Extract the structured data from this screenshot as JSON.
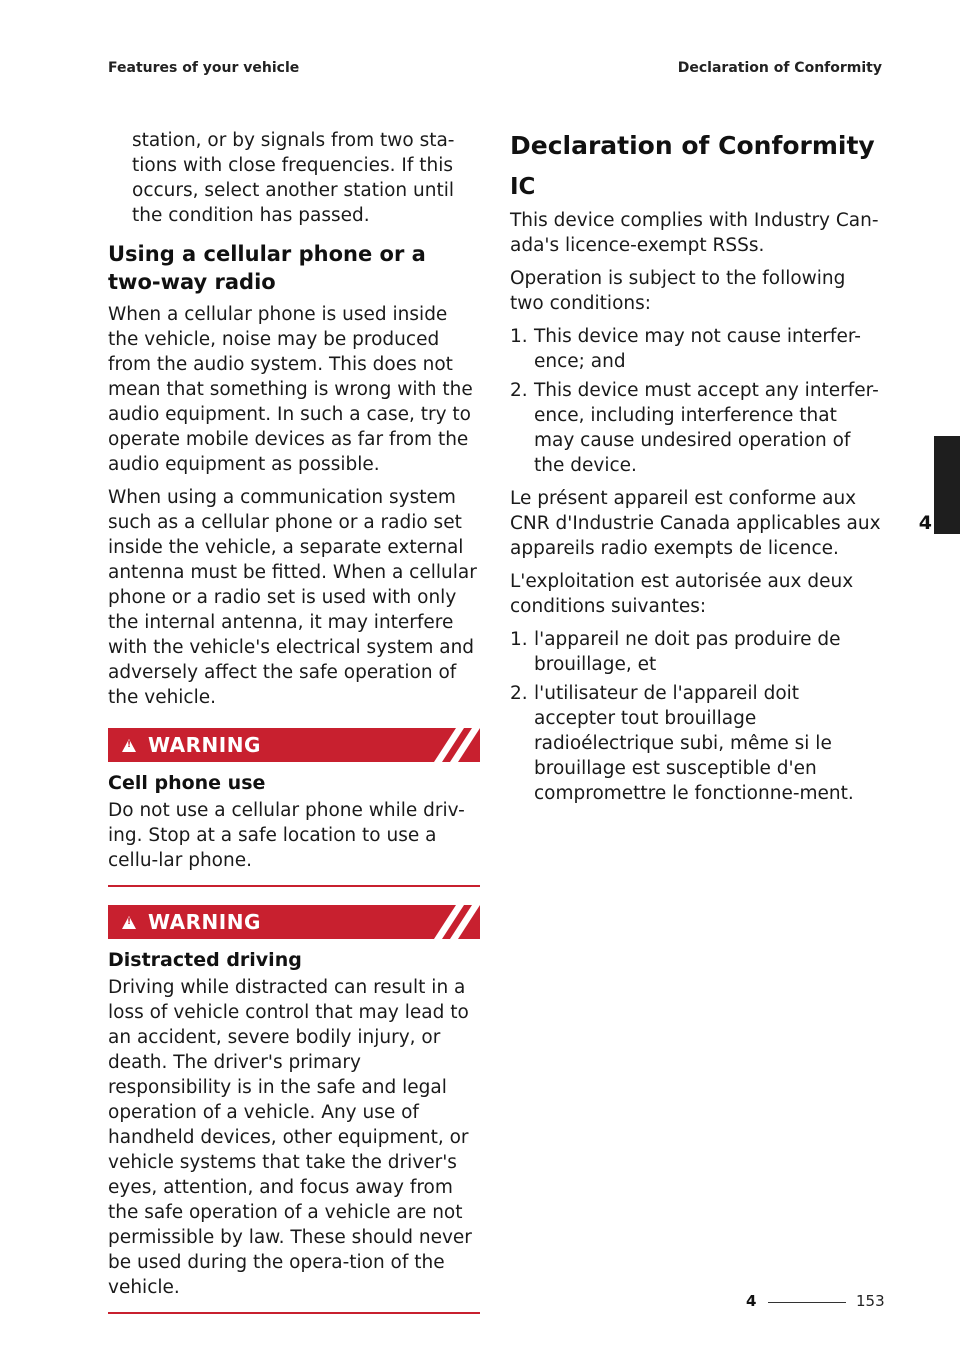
{
  "header": {
    "left": "Features of your vehicle",
    "right": "Declaration of Conformity"
  },
  "left_column": {
    "intro_paragraph": "station, or by signals from two sta-tions with close frequencies. If this occurs, select another station until the condition has passed.",
    "heading_cellular": "Using a cellular phone or a two-way radio",
    "para_cellular_1": "When a cellular phone is used inside the vehicle, noise may be produced from the audio system. This does not mean that something is wrong with the audio equipment. In such a case, try to operate mobile devices as far from the audio equipment as possible.",
    "para_cellular_2": "When using a communication system such as a cellular phone or a radio set inside the vehicle, a separate external antenna must be fitted. When a cellular phone or a radio set is used with only the internal antenna, it may interfere with the vehicle's electrical system and adversely affect the safe operation of the vehicle.",
    "warnings": [
      {
        "label": "WARNING",
        "title": "Cell phone use",
        "text": "Do not use a cellular phone while driv-ing. Stop at a safe location to use a cellu-lar phone."
      },
      {
        "label": "WARNING",
        "title": "Distracted driving",
        "text": "Driving while distracted can result in a loss of vehicle control that may lead to an accident, severe bodily injury, or death. The driver's primary responsibility is in the safe and legal operation of a vehicle. Any use of handheld devices, other equipment, or vehicle systems that take the driver's eyes, attention, and focus away from the safe operation of a vehicle are not permissible by law. These should never be used during the opera-tion of the vehicle."
      }
    ]
  },
  "right_column": {
    "title": "Declaration of Conformity",
    "subtitle": "IC",
    "para_1": "This device complies with Industry Can-ada's licence-exempt RSSs.",
    "para_2": "Operation is subject to the following two conditions:",
    "list_en": [
      {
        "num": "1.",
        "text": "This device may not cause interfer-ence; and"
      },
      {
        "num": "2.",
        "text": "This device must accept any interfer-ence, including interference that may cause undesired operation of the device."
      }
    ],
    "para_fr_1": "Le présent appareil est conforme aux CNR d'Industrie Canada applicables aux appareils radio exempts de licence.",
    "para_fr_2": "L'exploitation est autorisée aux deux conditions suivantes:",
    "list_fr": [
      {
        "num": "1.",
        "text": "l'appareil ne doit pas produire de brouillage, et"
      },
      {
        "num": "2.",
        "text": "l'utilisateur de l'appareil doit accepter tout brouillage radioélectrique subi, même si le brouillage est susceptible d'en compromettre le fonctionne-ment."
      }
    ]
  },
  "side_tab": {
    "chapter": "4"
  },
  "footer": {
    "chapter": "4",
    "page": "153"
  },
  "colors": {
    "warning_red": "#c8202f",
    "tab_dark": "#1e1e1e"
  }
}
